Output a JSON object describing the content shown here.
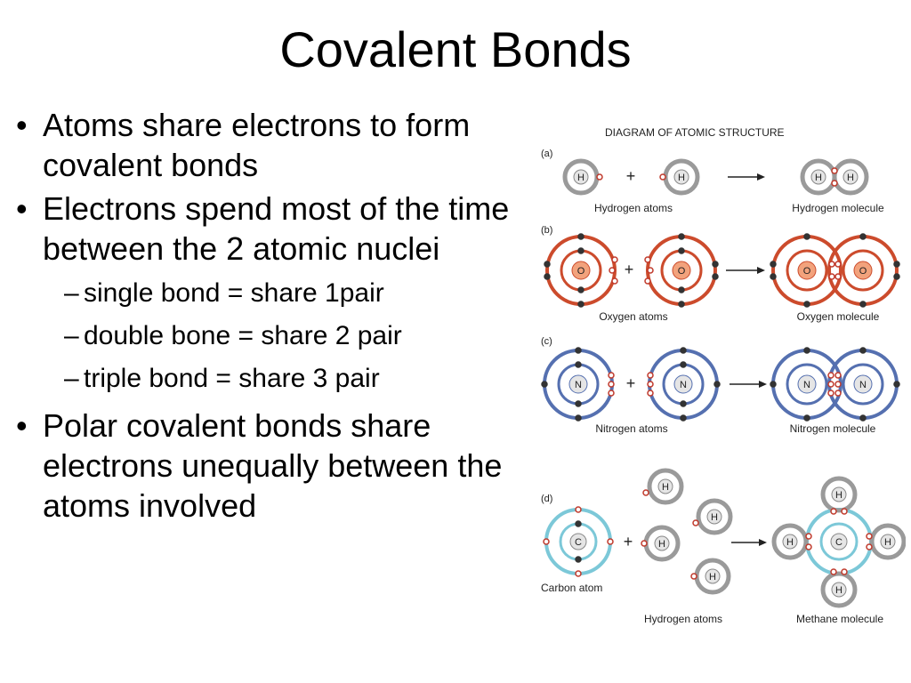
{
  "slide": {
    "title": "Covalent Bonds",
    "bullets": [
      {
        "marker": "•",
        "text": "Atoms share electrons to form covalent bonds"
      },
      {
        "marker": "•",
        "text": "Electrons spend most of the time between the 2 atomic nuclei"
      }
    ],
    "sub_bullets": [
      {
        "marker": "–",
        "text": "single bond = share 1pair"
      },
      {
        "marker": "–",
        "text": "double bone = share 2 pair"
      },
      {
        "marker": "–",
        "text": "triple bond = share 3 pair"
      }
    ],
    "last_bullet": {
      "marker": "•",
      "text": "Polar covalent bonds share electrons unequally between the atoms involved"
    }
  },
  "diagram": {
    "heading": "DIAGRAM OF ATOMIC STRUCTURE",
    "plus": "+",
    "panels": {
      "a": {
        "letter": "(a)",
        "reactant_label": "Hydrogen atoms",
        "product_label": "Hydrogen molecule",
        "symbol": "H"
      },
      "b": {
        "letter": "(b)",
        "reactant_label": "Oxygen atoms",
        "product_label": "Oxygen molecule",
        "symbol": "O"
      },
      "c": {
        "letter": "(c)",
        "reactant_label": "Nitrogen atoms",
        "product_label": "Nitrogen molecule",
        "symbol": "N"
      },
      "d": {
        "letter": "(d)",
        "carbon_label": "Carbon atom",
        "hydrogen_label": "Hydrogen atoms",
        "product_label": "Methane molecule",
        "carbon_symbol": "C",
        "hydrogen_symbol": "H"
      }
    },
    "colors": {
      "hydrogen_shell": "#9a9a9a",
      "oxygen_shell": "#cc4b2c",
      "oxygen_nucleus": "#f2a27c",
      "nitrogen_shell": "#5570b0",
      "carbon_shell": "#7cc8d8",
      "electron_pair": "#c0392b",
      "electron": "#333333",
      "arrow": "#222222",
      "nucleus_fill": "#e5e5e5"
    }
  }
}
